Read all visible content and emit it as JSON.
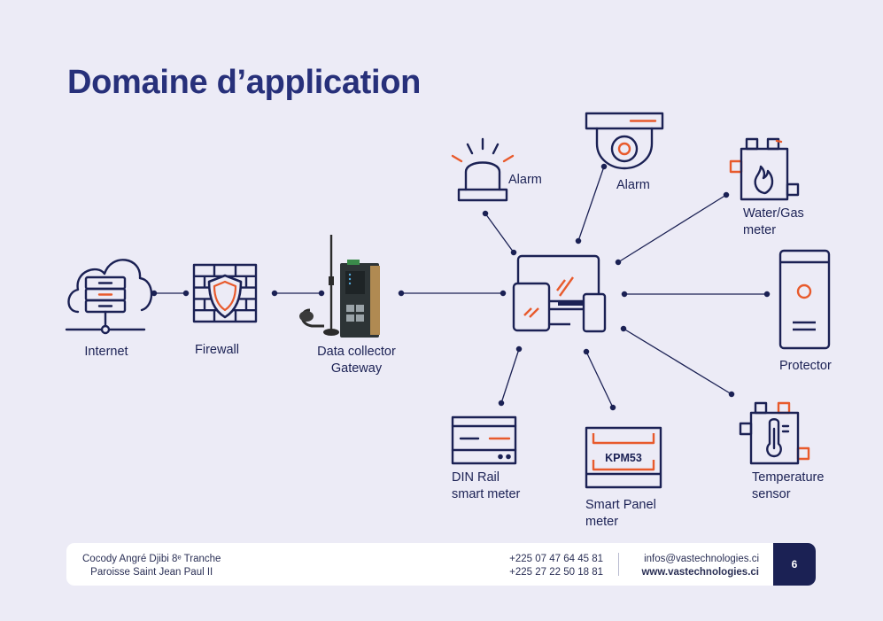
{
  "title": "Domaine d’application",
  "colors": {
    "navy": "#1b2154",
    "accent": "#e85a2c",
    "background": "#ecebf6",
    "title": "#27307a"
  },
  "nodes": {
    "internet": {
      "label": "Internet",
      "icon": "cloud-server-icon"
    },
    "firewall": {
      "label": "Firewall",
      "icon": "firewall-shield-icon"
    },
    "gateway": {
      "label_line1": "Data collector",
      "label_line2": "Gateway",
      "icon": "gateway-device-icon"
    },
    "hub": {
      "icon": "devices-icon"
    },
    "alarm_beacon": {
      "label": "Alarm",
      "icon": "alarm-beacon-icon"
    },
    "alarm_camera": {
      "label": "Alarm",
      "icon": "dome-camera-icon"
    },
    "water_gas_meter": {
      "label_line1": "Water/Gas",
      "label_line2": "meter",
      "icon": "gas-meter-icon"
    },
    "protector": {
      "label": "Protector",
      "icon": "protector-icon"
    },
    "temperature_sensor": {
      "label_line1": "Temperature",
      "label_line2": "sensor",
      "icon": "thermometer-icon"
    },
    "smart_panel_meter": {
      "label_line1": "Smart Panel",
      "label_line2": "meter",
      "display_text": "KPM53",
      "icon": "panel-meter-icon"
    },
    "din_rail_meter": {
      "label_line1": "DIN Rail",
      "label_line2": "smart meter",
      "icon": "din-rail-meter-icon"
    }
  },
  "footer": {
    "address_line1": "Cocody Angré Djibi 8ᵉ Tranche",
    "address_line2": "Paroisse Saint Jean Paul II",
    "phone1": "+225 07 47 64 45 81",
    "phone2": "+225 27 22 50 18 81",
    "email": "infos@vastechnologies.ci",
    "website": "www.vastechnologies.ci",
    "page_number": "6"
  }
}
